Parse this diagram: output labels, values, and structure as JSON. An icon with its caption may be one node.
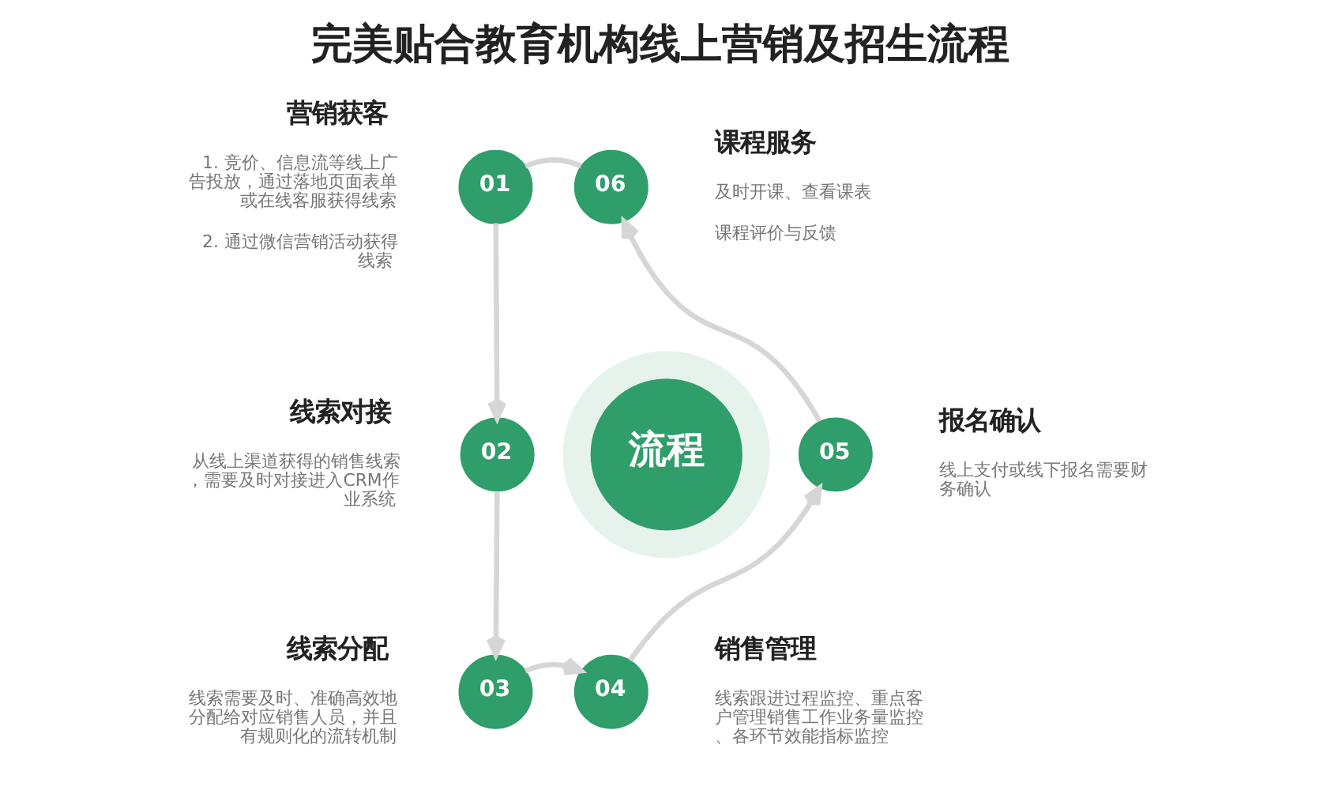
{
  "diagram": {
    "title": "完美贴合教育机构线上营销及招生流程",
    "nodes": [
      {
        "text": [
          "01"
        ],
        "beside": [
          "营销获客",
          "1. 竞价、信息流等线上广告投放，通过落地页面表单或在线客服获得线索",
          "2. 通过微信营销活动获得线索"
        ]
      },
      {
        "text": [
          "02"
        ],
        "beside": [
          "线索对接",
          "从线上渠道获得的销售线索，需要及时对接进入CRM作业系统"
        ]
      },
      {
        "text": [
          "03"
        ],
        "beside": [
          "线索分配",
          "线索需要及时、准确高效地分配给对应销售人员，并且有规则化的流转机制"
        ]
      },
      {
        "text": [
          "04"
        ],
        "beside": [
          "销售管理",
          "线索跟进过程监控、重点客户管理销售工作业务量监控、各环节效能指标监控"
        ]
      },
      {
        "text": [
          "05"
        ],
        "beside": [
          "报名确认",
          "线上支付或线下报名需要财务确认"
        ]
      },
      {
        "text": [
          "06"
        ],
        "beside": [
          "课程服务",
          "及时开课、查看课表",
          "课程评价与反馈"
        ]
      },
      {
        "text": [
          "流程"
        ]
      }
    ],
    "edges": [
      {
        "from": 0,
        "to": 1,
        "arrow": "to"
      },
      {
        "from": 1,
        "to": 2,
        "arrow": "to"
      },
      {
        "from": 2,
        "to": 3,
        "arrow": "to"
      },
      {
        "from": 3,
        "to": 4,
        "arrow": "to"
      },
      {
        "from": 4,
        "to": 5,
        "arrow": "to"
      },
      {
        "from": 5,
        "to": 0,
        "arrow": "none"
      }
    ]
  }
}
